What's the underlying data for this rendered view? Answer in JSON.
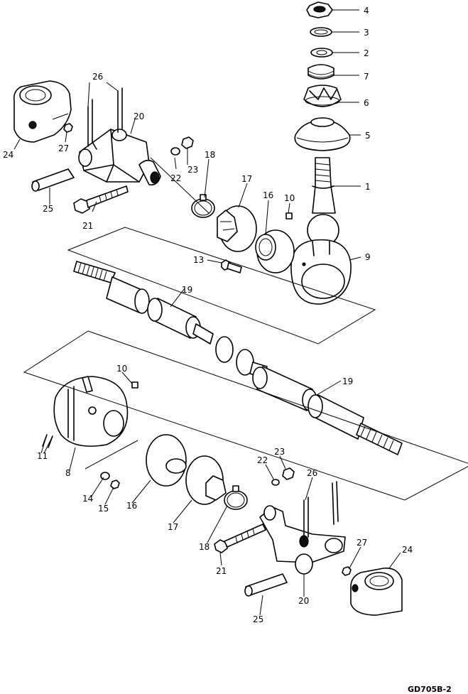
{
  "code": "GD705B-2",
  "callouts": [
    {
      "id": "c-1",
      "text": "1"
    },
    {
      "id": "c-2",
      "text": "2"
    },
    {
      "id": "c-3",
      "text": "3"
    },
    {
      "id": "c-4",
      "text": "4"
    },
    {
      "id": "c-5",
      "text": "5"
    },
    {
      "id": "c-6",
      "text": "6"
    },
    {
      "id": "c-7",
      "text": "7"
    },
    {
      "id": "c-9",
      "text": "9"
    },
    {
      "id": "c-10a",
      "text": "10"
    },
    {
      "id": "c-13",
      "text": "13"
    },
    {
      "id": "c-16a",
      "text": "16"
    },
    {
      "id": "c-17a",
      "text": "17"
    },
    {
      "id": "c-18a",
      "text": "18"
    },
    {
      "id": "c-19a",
      "text": "19"
    },
    {
      "id": "c-20a",
      "text": "20"
    },
    {
      "id": "c-21a",
      "text": "21"
    },
    {
      "id": "c-22a",
      "text": "22"
    },
    {
      "id": "c-23a",
      "text": "23"
    },
    {
      "id": "c-24a",
      "text": "24"
    },
    {
      "id": "c-25a",
      "text": "25"
    },
    {
      "id": "c-26a",
      "text": "26"
    },
    {
      "id": "c-27a",
      "text": "27"
    },
    {
      "id": "c-10b",
      "text": "10"
    },
    {
      "id": "c-19b",
      "text": "19"
    },
    {
      "id": "c-11",
      "text": "11"
    },
    {
      "id": "c-8",
      "text": "8"
    },
    {
      "id": "c-14",
      "text": "14"
    },
    {
      "id": "c-15",
      "text": "15"
    },
    {
      "id": "c-16b",
      "text": "16"
    },
    {
      "id": "c-17b",
      "text": "17"
    },
    {
      "id": "c-18b",
      "text": "18"
    },
    {
      "id": "c-21b",
      "text": "21"
    },
    {
      "id": "c-22b",
      "text": "22"
    },
    {
      "id": "c-23b",
      "text": "23"
    },
    {
      "id": "c-26b",
      "text": "26"
    },
    {
      "id": "c-27b",
      "text": "27"
    },
    {
      "id": "c-24b",
      "text": "24"
    },
    {
      "id": "c-20b",
      "text": "20"
    },
    {
      "id": "c-25b",
      "text": "25"
    }
  ]
}
